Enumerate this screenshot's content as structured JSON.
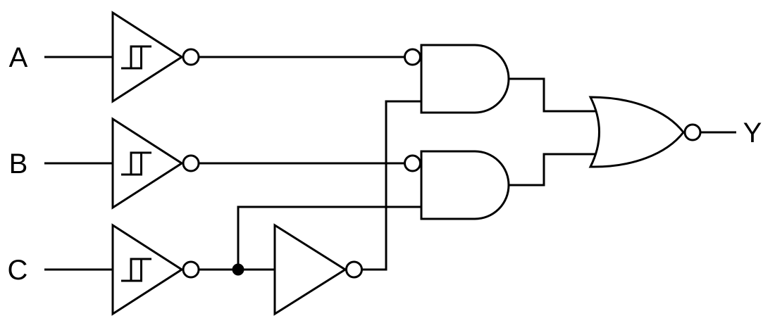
{
  "diagram": {
    "kind": "logic-circuit-schematic",
    "background_color": "#ffffff",
    "line_color": "#000000",
    "inputs": [
      {
        "label": "A"
      },
      {
        "label": "B"
      },
      {
        "label": "C"
      }
    ],
    "output": {
      "label": "Y"
    },
    "gates": [
      {
        "name": "schmitt-inverter-a",
        "type": "schmitt-trigger-inverter"
      },
      {
        "name": "schmitt-inverter-b",
        "type": "schmitt-trigger-inverter"
      },
      {
        "name": "schmitt-inverter-c",
        "type": "schmitt-trigger-inverter"
      },
      {
        "name": "inverter-after-c",
        "type": "inverter"
      },
      {
        "name": "and-gate-top",
        "type": "and-gate-with-inverted-top-input"
      },
      {
        "name": "and-gate-bottom",
        "type": "and-gate-with-inverted-top-input"
      },
      {
        "name": "output-gate",
        "type": "nor-gate"
      }
    ]
  }
}
